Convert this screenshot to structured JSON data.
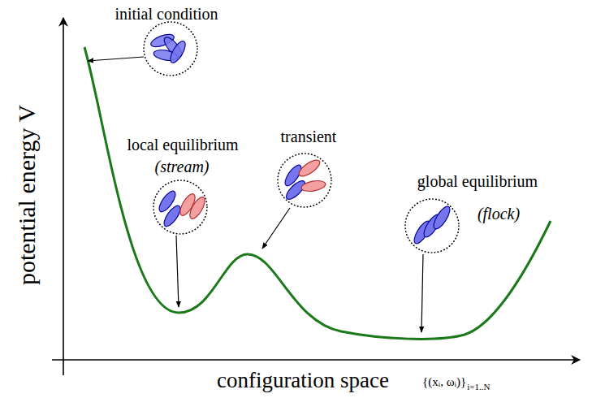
{
  "diagram": {
    "labels": [
      "initial condition",
      "local equilibrium",
      "(stream)",
      "transient",
      "global equilibrium",
      "(flock)",
      "potential energy V",
      "configuration space",
      "{(xᵢ, ωᵢ)}",
      "i=1..N"
    ]
  }
}
